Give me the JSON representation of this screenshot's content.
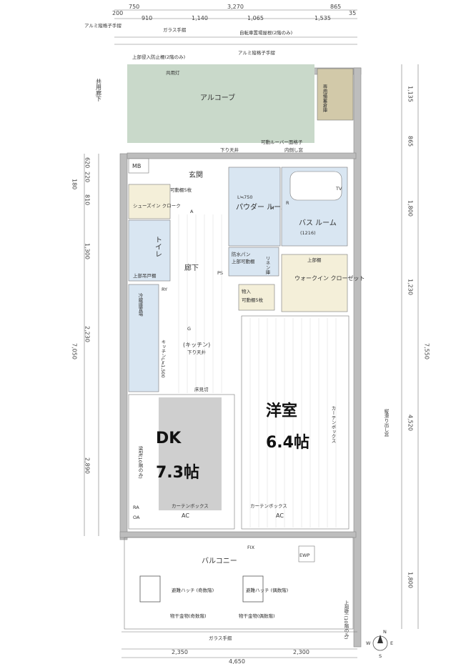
{
  "dims_top_row1": [
    "200",
    "750",
    "3,270",
    "865",
    "35"
  ],
  "dims_top_row2": [
    "910",
    "1,140",
    "1,065",
    "1,535"
  ],
  "dims_bottom_row1": [
    "2,350",
    "2,300"
  ],
  "dims_bottom_row2": [
    "4,650"
  ],
  "dims_right": [
    "1,135",
    "865",
    "1,800",
    "1,230",
    "7,550",
    "4,520",
    "1,800"
  ],
  "dims_left": [
    "620",
    "220",
    "180",
    "810",
    "1,300",
    "7,050",
    "2,230",
    "2,890"
  ],
  "labels": {
    "aluminum_rail": "アルミ縦格子手摺",
    "glass_rail_top": "ガラス手摺",
    "bike_parking": "自転車置場屋根(2階のみ)",
    "aluminum_rail_2": "アルミ縦格子手摺",
    "fall_prevention": "上部侵入防止柵(2階のみ)",
    "shared_corridor": "共用廊下",
    "shared_light": "共用灯",
    "alcove": "アルコーブ",
    "storage_exclusive": "専用備蓄倉庫",
    "louver": "可動ルーバー面格子",
    "lower_ceiling": "下り天井",
    "inner_door": "内側し窓",
    "mb": "MB",
    "entrance": "玄関",
    "movable_shelf": "可動棚5枚",
    "shoes_in_closet": "シューズイン クローク",
    "powder_room": "パウダー ルーム",
    "lsize": "L≒750",
    "bath_room": "バス ルーム",
    "bath_size": "(1216)",
    "tv": "TV",
    "toilet": "トイレ",
    "upper_cabinet": "上部吊戸棚",
    "hallway": "廊下",
    "ps": "PS",
    "waterproof_pan": "防水パン",
    "linen": "リネン庫",
    "upper_shelf": "上部可動棚",
    "storage": "物入",
    "storage_shelf": "可動棚5枚",
    "walk_in_closet": "ウォークイン クローゼット",
    "upper_shelf_2": "上部棚",
    "fridge": "冷蔵庫置場",
    "kitchen": "(キッチン)",
    "kitchen_ceiling": "下り天井",
    "kitchen_size": "キッチンL≒1,500",
    "floor_note": "床見切",
    "beam_note": "梁型(10階のみ)",
    "dk_label": "DK",
    "dk_size": "7.3帖",
    "western_label": "洋室",
    "western_size": "6.4帖",
    "curtain_box": "カーテンボックス",
    "curtain_box_2": "カーテンボックス",
    "curtain_box_3": "カーテンボックス",
    "ac": "AC",
    "ac_2": "AC",
    "balcony": "バルコニー",
    "fix": "FIX",
    "ewp": "EWP",
    "hatch_odd": "避難ハッチ (奇数階)",
    "hatch_even": "避難ハッチ (偶数階)",
    "dryer_odd": "物干金物(奇数階)",
    "dryer_even": "物干金物(偶数階)",
    "glass_rail_bottom": "ガラス手摺",
    "fixed_window": "縦滑り出し窓",
    "upper_wall": "上部壁 (10階のみ)",
    "ra": "RA",
    "oa": "OA",
    "ry": "RY",
    "g": "G",
    "r": "R",
    "m": "M",
    "a": "A",
    "n": "N",
    "s": "S",
    "e": "E",
    "w": "W"
  },
  "colors": {
    "alcove_fill": "#c9d9ca",
    "entry_fill": "#f4efd9",
    "wet_fill": "#d9e6f2",
    "dk_highlight": "#cfcfcf",
    "wall": "#bdbdbd"
  }
}
